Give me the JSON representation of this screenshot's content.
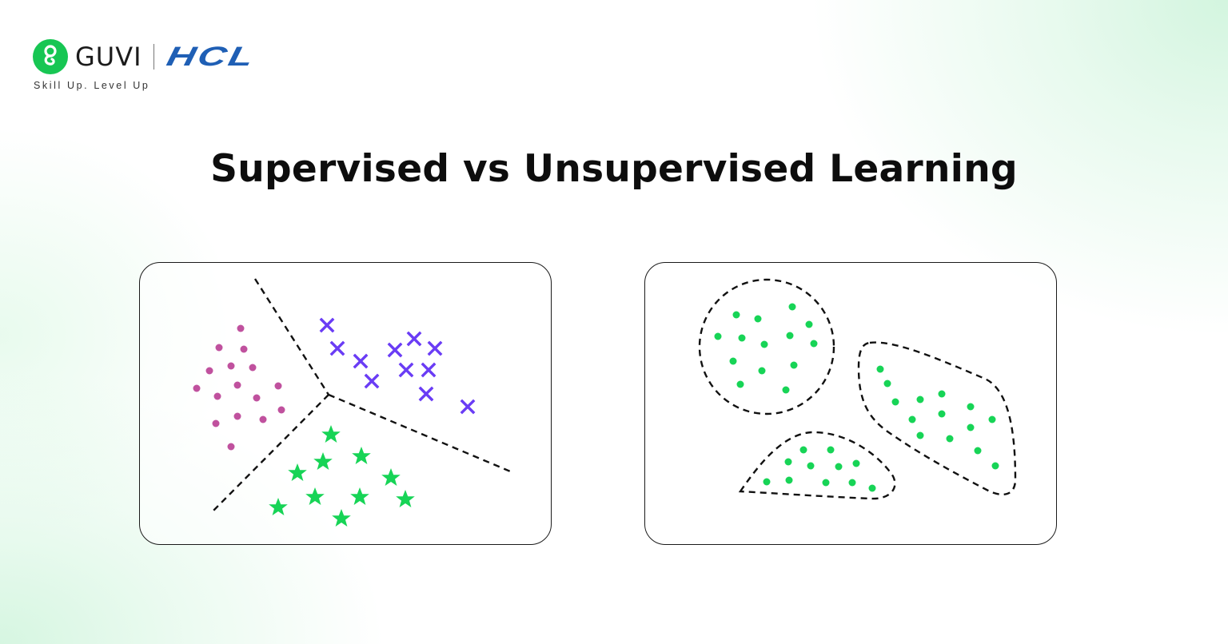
{
  "brand": {
    "guvi_name": "GUVI",
    "partner_name": "HCL",
    "tagline": "Skill Up. Level Up",
    "colors": {
      "guvi_green": "#17c653",
      "hcl_blue": "#1f5fb5"
    }
  },
  "title": "Supervised vs Unsupervised Learning",
  "panels": [
    {
      "id": "supervised",
      "description": "Labeled classes separated by dashed decision boundaries",
      "classes": [
        {
          "marker": "circle",
          "color": "#c0519e",
          "count": 15
        },
        {
          "marker": "cross",
          "color": "#6a3cf5",
          "count": 13
        },
        {
          "marker": "star",
          "color": "#17d456",
          "count": 11
        }
      ],
      "boundaries": 3
    },
    {
      "id": "unsupervised",
      "description": "Unlabeled points grouped into dashed clusters",
      "clusters": [
        {
          "shape": "circle",
          "points": 15,
          "color": "#17d456"
        },
        {
          "shape": "rounded-polygon",
          "points": 16,
          "color": "#17d456"
        },
        {
          "shape": "teardrop",
          "points": 12,
          "color": "#17d456"
        }
      ]
    }
  ]
}
